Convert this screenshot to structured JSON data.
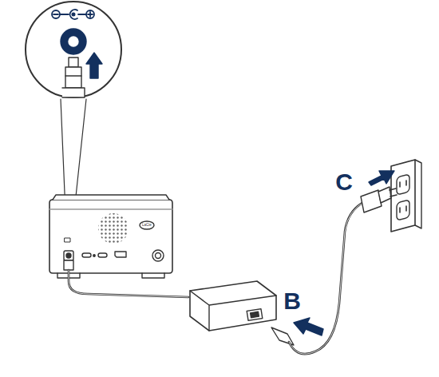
{
  "diagram": {
    "labels": [
      "B",
      "C",
      "LaCie"
    ]
  }
}
